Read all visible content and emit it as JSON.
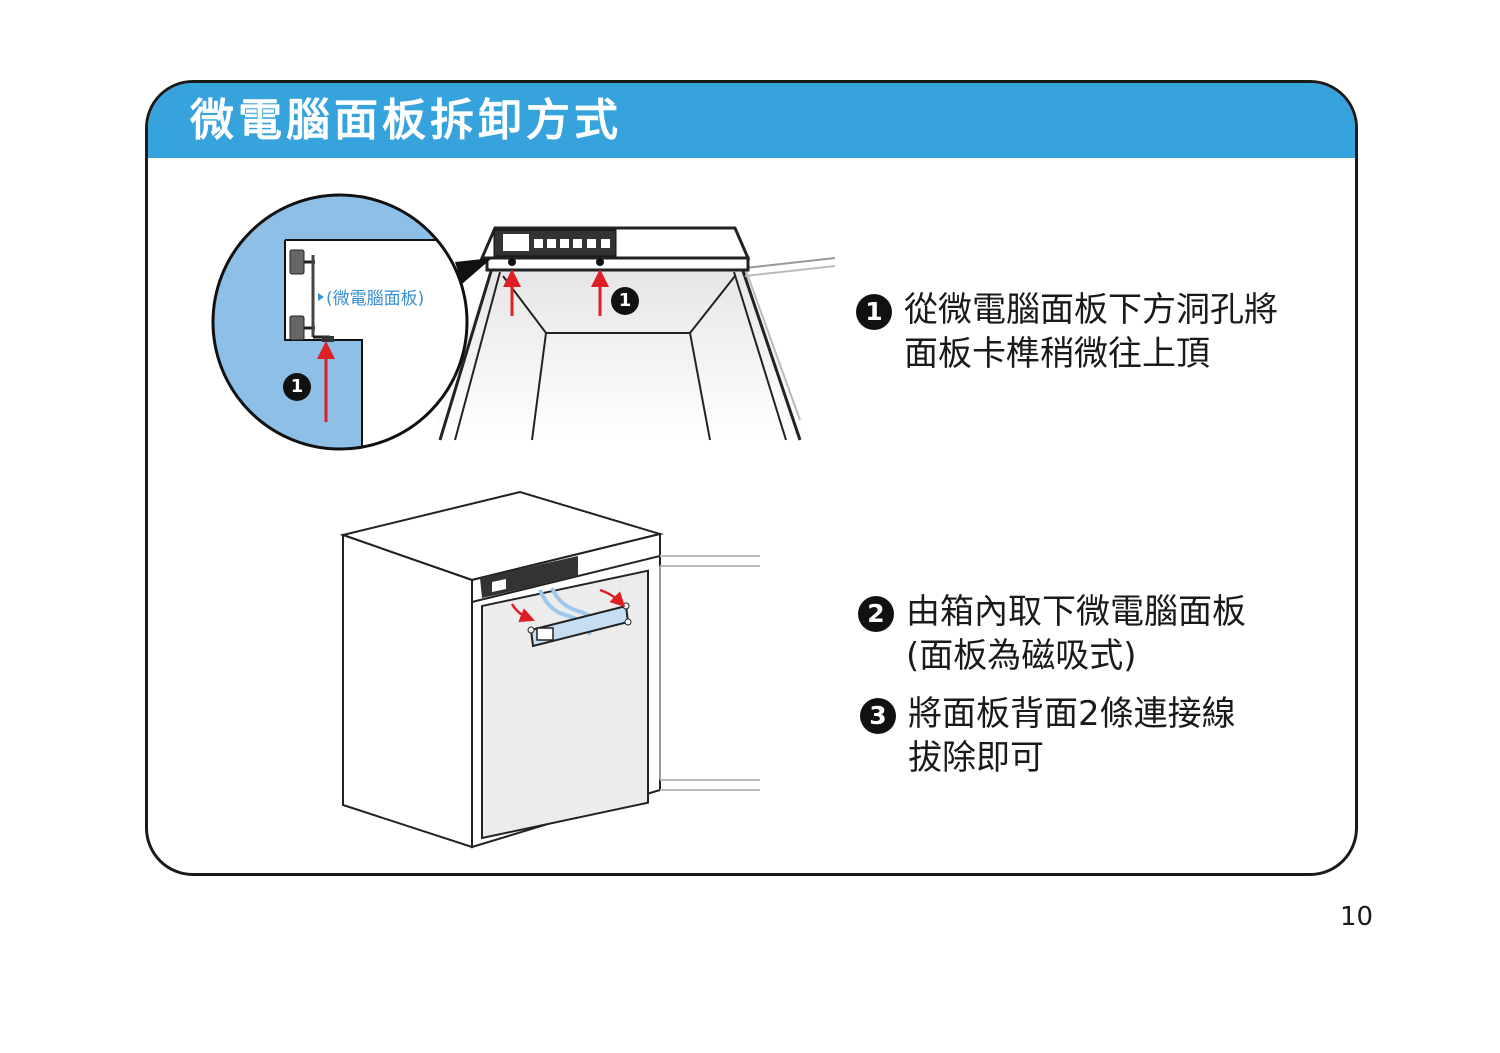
{
  "page": {
    "title": "微電腦面板拆卸方式",
    "page_number": "10"
  },
  "figure": {
    "callout_label": "(微電腦面板)",
    "callout_marker": "1",
    "diagram_marker": "1"
  },
  "steps": [
    {
      "number": "1",
      "lines": [
        "從微電腦面板下方洞孔將",
        "面板卡榫稍微往上頂"
      ]
    },
    {
      "number": "2",
      "lines": [
        "由箱內取下微電腦面板",
        "(面板為磁吸式)"
      ]
    },
    {
      "number": "3",
      "lines": [
        "將面板背面2條連接線",
        "拔除即可"
      ]
    }
  ],
  "colors": {
    "header": "#36a3dd",
    "callout_fill": "#8dbfe7",
    "arrow_red": "#e01e25",
    "panel_blue": "#c5def4"
  }
}
